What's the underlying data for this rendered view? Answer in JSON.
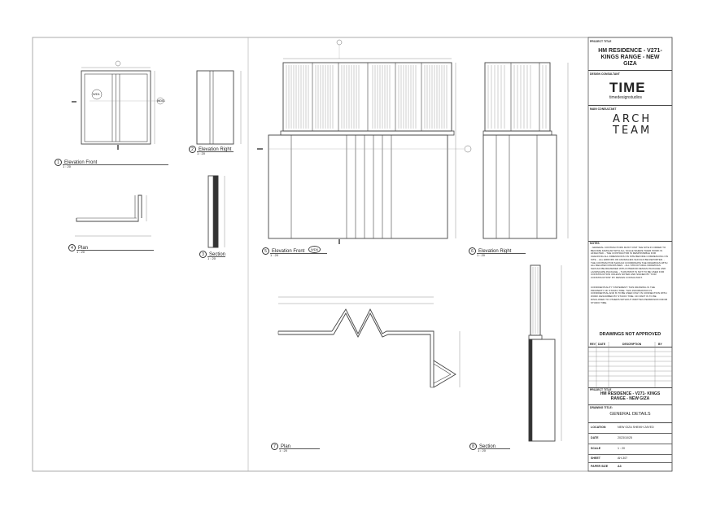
{
  "title_block": {
    "project_title_label": "PROJECT TITLE",
    "project_title": "HM RESIDENCE - V271- KINGS RANGE - NEW GIZA",
    "design_consultant_label": "DESIGN CONSULTANT",
    "time_logo_text": "TIME",
    "time_logo_sub": "timedesignstudios",
    "main_consultant_label": "MAIN CONSULTANT",
    "arch_logo_line1": "ARCH",
    "arch_logo_line2": "TEAM",
    "notes_label": "NOTES",
    "notes_text": "- GENERAL CONTRACTORS MUST VISIT THE SITE IN ORDER TO BECOME FAMILIAR WITH ALL SCALE WHERE THEIR WORK IS AFFECTED. - THE CONTRACTOR IS RESPONSIBLE FOR CHECKING ALL DIMENSIONS ON SITE BEFORE COMMENCING ON SITE. - ALL ERRORS OR ANOMALIES SHOULD BE REPORTED. - THE CONTRACTOR SHOULD COORDINATE THE DRAWINGS WITH ALL RELATED DISCIPLINES. - ALL STRUCTURAL DRAWINGS SHOULD BE REVIEWED WITH INTERIOR DESIGN PACKAGE AND LANDSCAPE PACKAGE. - THIS PRINT IS NOT TO BE USED FOR CONSTRUCTION UNLESS NOTED AND SIGNED BY \"FOR CONSTRUCTION\" BY DESIGN CONSULTANT.",
    "confidentiality_text": "CONFIDENTIALITY STATEMENT: THIS DRAWING IS THE PROPERTY OF STUDIO TIME. THIS INFORMATION IS CONFIDENTIAL AND IS TO BE USED ONLY IN CONNECTION WITH WORK DESCRIBED BY STUDIO TIME. NO PART IS TO BE DISCLOSED TO OTHERS WITHOUT WRITTEN PERMISSION FROM STUDIO TIME.",
    "approval_status": "DRAWINGS NOT APPROVED",
    "rev_headers": [
      "REV",
      "DATE",
      "DESCRIPTION",
      "BY"
    ],
    "project_title_label_2": "PROJECT TITLE",
    "project_title_2": "HM RESIDENCE - V271- KINGS RANGE - NEW GIZA",
    "drawing_title_label": "DRAWING TITLE:",
    "drawing_title": "GENERAL DETAILS",
    "location_label": "LOCATION",
    "location_value": "NEW GIZA SHEIKH ZAYED",
    "date_label": "DATE",
    "date_value": "2023/10/25",
    "scale_label": "SCALE",
    "scale_value": "1 : 20",
    "sheet_label": "SHEET",
    "sheet_value": "AH-307",
    "paper_size_label": "PAPER SIZE",
    "paper_size_value": "A3"
  },
  "views": [
    {
      "number": "1",
      "name": "Elevation Front",
      "scale": "1 : 20"
    },
    {
      "number": "2",
      "name": "Elevation Right",
      "scale": "1 : 20"
    },
    {
      "number": "3",
      "name": "Section",
      "scale": "1 : 20"
    },
    {
      "number": "4",
      "name": "Plan",
      "scale": "1 : 20"
    },
    {
      "number": "5",
      "name": "Elevation Front",
      "scale": "1 : 20"
    },
    {
      "number": "6",
      "name": "Elevation Right",
      "scale": "1 : 20"
    },
    {
      "number": "7",
      "name": "Plan",
      "scale": "1 : 20"
    },
    {
      "number": "8",
      "name": "Section",
      "scale": "1 : 20"
    }
  ],
  "tags": {
    "wd1": "WD1",
    "wd1b": "WD01",
    "wd6": "WD6"
  }
}
